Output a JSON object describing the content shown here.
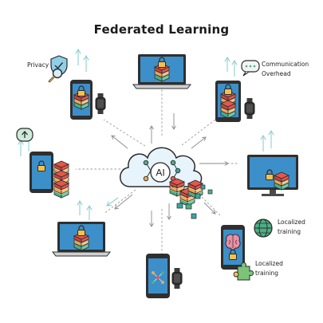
{
  "title": "Federated Learning",
  "labels": {
    "privacy": "Privacy",
    "communication_line1": "Communication",
    "communication_line2": "Overhead",
    "localized_1_line1": "Localized",
    "localized_1_line2": "training",
    "localized_2_line1": "Localized",
    "localized_2_line2": "training",
    "ai": "AI"
  },
  "icons": [
    "cloud-icon",
    "shield-icon",
    "magnifier-icon",
    "lock-icon",
    "upload-icon",
    "speech-bubble-icon",
    "globe-icon",
    "brain-icon",
    "puzzle-icon",
    "neural-network-icon",
    "data-stack-icon",
    "smartwatch-icon",
    "phone-icon",
    "laptop-icon",
    "monitor-icon",
    "tablet-icon"
  ],
  "colors": {
    "outline": "#2b2b2b",
    "screen": "#3d8fc9",
    "screen_dark": "#2c6ea3",
    "stack_green": "#4caf84",
    "stack_orange": "#f2a54a",
    "stack_red": "#e4574b",
    "stack_teal": "#3aa5a5",
    "arrow_light": "#8fcfd0",
    "dashed": "#9a9a9a"
  }
}
